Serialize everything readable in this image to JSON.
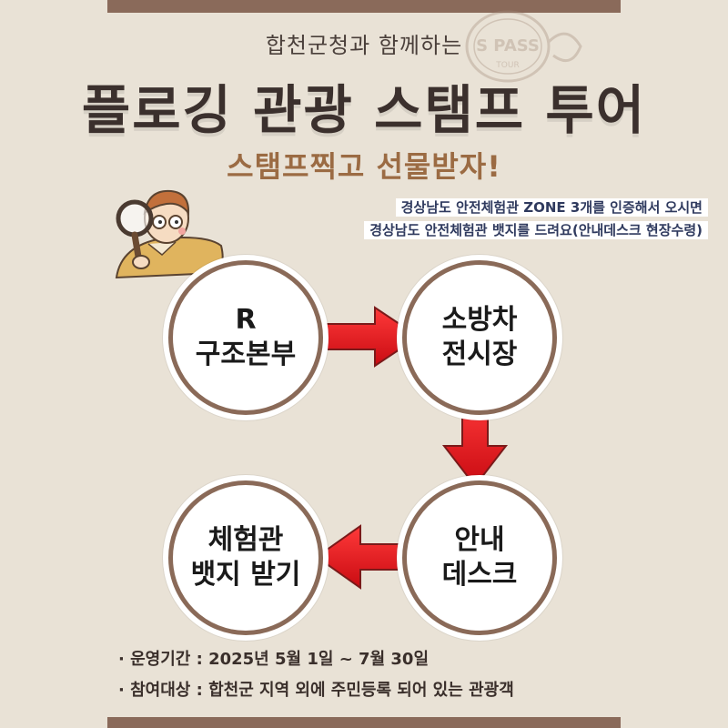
{
  "header": {
    "subtitle": "합천군청과 함께하는",
    "title": "플로깅 관광 스탬프 투어",
    "tagline": "스탬프찍고 선물받자!",
    "stamp_text_top": "S PASS",
    "stamp_text_bottom": "TOUR"
  },
  "notice": {
    "line1": "경상남도 안전체험관 ZONE 3개를 인증해서 오시면",
    "line2": "경상남도 안전체험관 뱃지를 드려요(안내데스크 현장수령)"
  },
  "steps": [
    {
      "line1": "R",
      "line2": "구조본부"
    },
    {
      "line1": "소방차",
      "line2": "전시장"
    },
    {
      "line1": "안내",
      "line2": "데스크"
    },
    {
      "line1": "체험관",
      "line2": "뱃지 받기"
    }
  ],
  "info": {
    "period": "· 운영기간 : 2025년 5월 1일 ~ 7월 30일",
    "target": "· 참여대상 : 합천군 지역 외에 주민등록 되어 있는 관광객"
  },
  "colors": {
    "background": "#e9e2d6",
    "title": "#3b302d",
    "tagline": "#9b6b43",
    "arrow": "#e1141b",
    "circle_border": "#8a6a58"
  }
}
